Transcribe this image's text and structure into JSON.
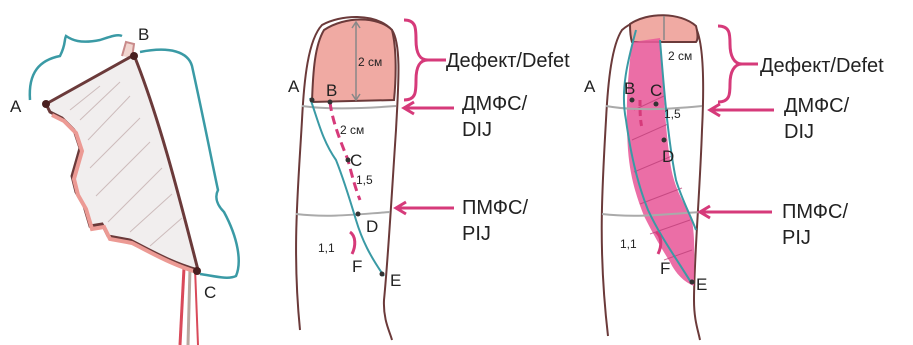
{
  "panel1": {
    "points": {
      "a": "A",
      "b": "B",
      "c": "C"
    }
  },
  "panel2": {
    "points": {
      "a": "A",
      "b": "B",
      "c": "C",
      "d": "D",
      "e": "E",
      "f": "F"
    },
    "measurements": {
      "defect": "2 см",
      "segment": "2 см",
      "cd": "1,5",
      "f": "1,1"
    },
    "captions": {
      "defect": "Дефект/Defet",
      "dij_line1": "ДМФС/",
      "dij_line2": "DIJ",
      "pij_line1": "ПМФС/",
      "pij_line2": "PIJ"
    }
  },
  "panel3": {
    "points": {
      "a": "A",
      "b": "B",
      "c": "C",
      "d": "D",
      "e": "E",
      "f": "F"
    },
    "measurements": {
      "defect": "2 см",
      "bc": "1,5",
      "f": "1,1"
    },
    "captions": {
      "defect": "Дефект/Defet",
      "dij_line1": "ДМФС/",
      "dij_line2": "DIJ",
      "pij_line1": "ПМФС/",
      "pij_line2": "PIJ"
    }
  },
  "colors": {
    "outline": "#6b3a3a",
    "teal": "#3a9aa5",
    "pink": "#d63a7a",
    "defect_fill": "#f0aaa3",
    "flap_fill": "#e85a9a"
  }
}
